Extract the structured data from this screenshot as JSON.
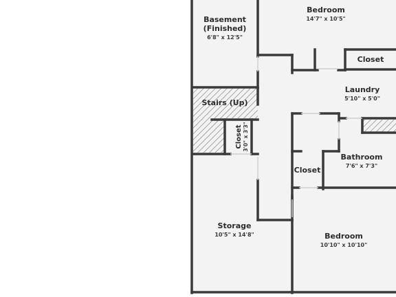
{
  "plan": {
    "colors": {
      "wall": "#3a3a3a",
      "floor": "#f3f3f3",
      "background": "#ffffff",
      "hatch": "#8a8a8a"
    },
    "rooms": {
      "basement": {
        "name_line1": "Basement",
        "name_line2": "(Finished)",
        "dims": "6'8\" x 12'5\""
      },
      "bedroom_top": {
        "name": "Bedroom",
        "dims": "14'7\" x 10'5\""
      },
      "closet_top": {
        "name": "Closet"
      },
      "laundry": {
        "name": "Laundry",
        "dims": "5'10\" x 5'0\""
      },
      "stairs": {
        "name": "Stairs (Up)"
      },
      "closet_stairs": {
        "name": "Closet",
        "dims": "3'0\" x 3'3\""
      },
      "bathroom": {
        "name": "Bathroom",
        "dims": "7'6\" x 7'3\""
      },
      "closet_mid": {
        "name": "Closet"
      },
      "storage": {
        "name": "Storage",
        "dims": "10'5\" x 14'8\""
      },
      "bedroom_bottom": {
        "name": "Bedroom",
        "dims": "10'10\" x 10'10\""
      }
    }
  }
}
